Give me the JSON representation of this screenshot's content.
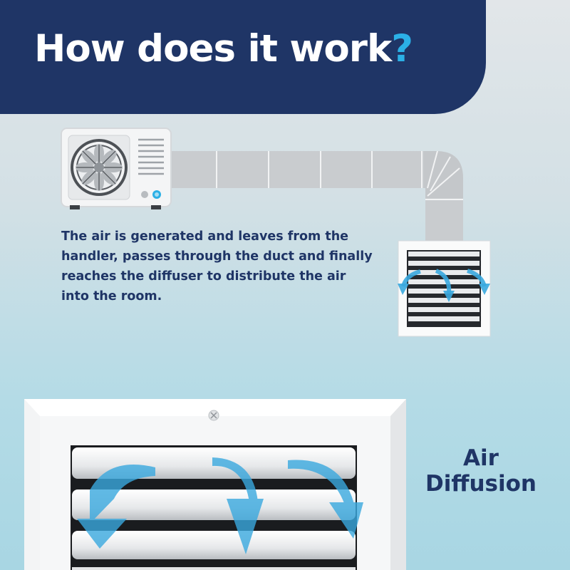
{
  "header": {
    "title": "How does it work",
    "title_mark": "?"
  },
  "description": "The air is generated and leaves from the handler, passes through the duct and finally reaches the diffuser to distribute the air into the room.",
  "diffusion_label": {
    "line1": "Air",
    "line2": "Diffusion"
  },
  "colors": {
    "navy": "#1f3566",
    "accent_blue": "#2bb0e6",
    "airflow_blue": "#3aa9df"
  },
  "icons": [
    "air-handler-unit-icon",
    "fan-icon",
    "duct-icon",
    "diffuser-icon",
    "airflow-arrow-icon",
    "vent-grille-icon"
  ]
}
